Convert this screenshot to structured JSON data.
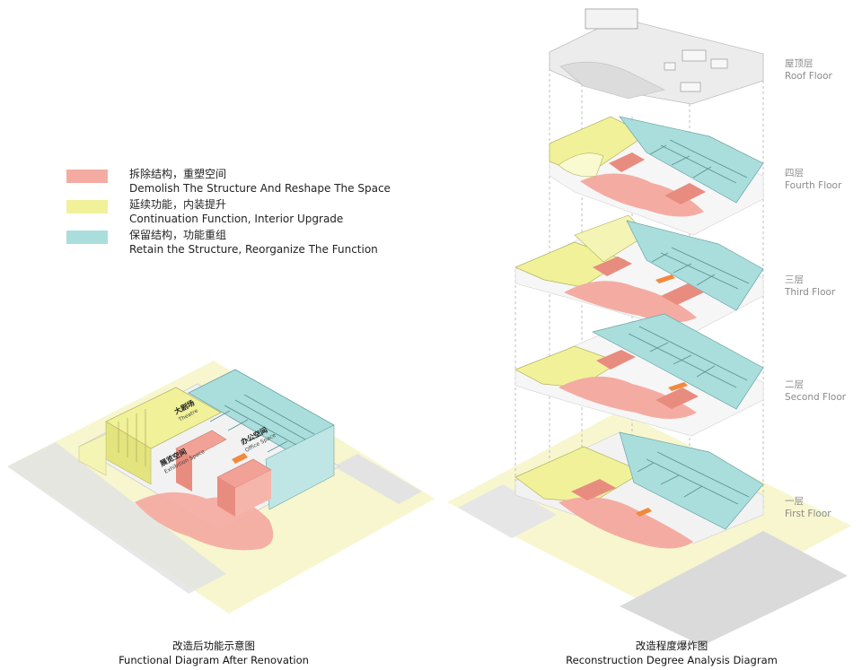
{
  "colors": {
    "demolish": "#f4aca2",
    "continuation": "#f1f19a",
    "retain": "#a9dedd",
    "site": "#f7f6cf",
    "road": "#d7d7d7",
    "roof": "#ececec"
  },
  "legend": [
    {
      "zh": "拆除结构，重塑空间",
      "en": "Demolish The Structure And Reshape The Space"
    },
    {
      "zh": "延续功能，内装提升",
      "en": "Continuation Function, Interior Upgrade"
    },
    {
      "zh": "保留结构，功能重组",
      "en": "Retain the Structure, Reorganize The Function"
    }
  ],
  "floors": [
    {
      "zh": "屋顶层",
      "en": "Roof Floor"
    },
    {
      "zh": "四层",
      "en": "Fourth Floor"
    },
    {
      "zh": "三层",
      "en": "Third Floor"
    },
    {
      "zh": "二层",
      "en": "Second Floor"
    },
    {
      "zh": "一层",
      "en": "First Floor"
    }
  ],
  "functional": {
    "labels": [
      {
        "zh": "大剧场",
        "en": "Theatre"
      },
      {
        "zh": "办公空间",
        "en": "Office Space"
      },
      {
        "zh": "展览空间",
        "en": "Exhibition Space"
      }
    ]
  },
  "captions": {
    "left": {
      "zh": "改造后功能示意图",
      "en": "Functional Diagram After Renovation"
    },
    "right": {
      "zh": "改造程度爆炸图",
      "en": "Reconstruction Degree Analysis Diagram"
    }
  }
}
